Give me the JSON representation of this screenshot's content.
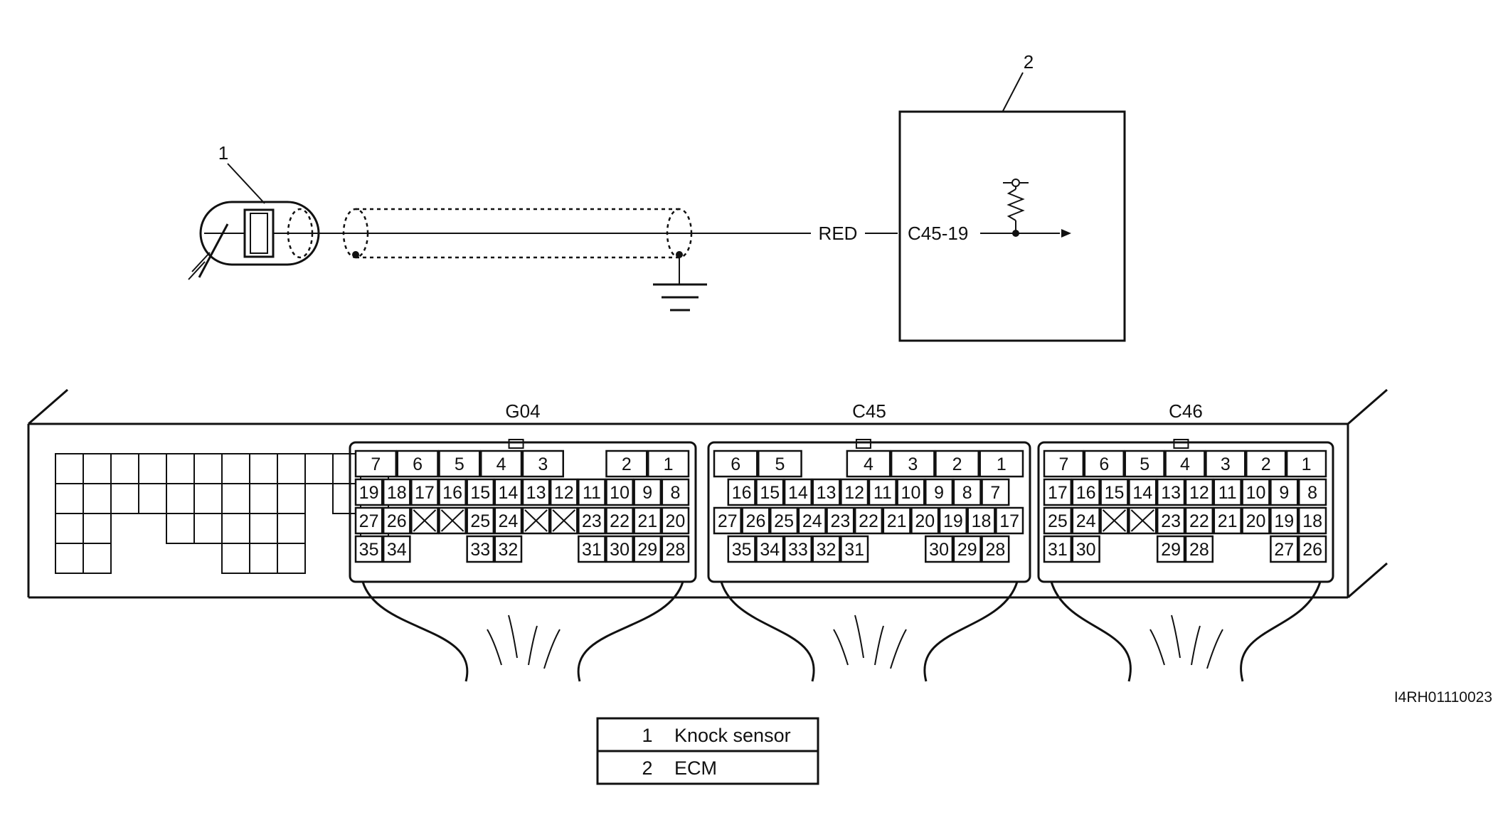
{
  "callouts": {
    "sensor": "1",
    "ecm": "2"
  },
  "wire": {
    "color_label": "RED",
    "terminal_label": "C45-19"
  },
  "connectors": [
    {
      "name": "G04",
      "rows": [
        [
          "7",
          "6",
          "5",
          "4",
          "3",
          "",
          "2",
          "1"
        ],
        [
          "19",
          "18",
          "17",
          "16",
          "15",
          "14",
          "13",
          "12",
          "11",
          "10",
          "9",
          "8"
        ],
        [
          "27",
          "26",
          "X",
          "X",
          "25",
          "24",
          "X",
          "X",
          "23",
          "22",
          "21",
          "20"
        ],
        [
          "35",
          "34",
          "",
          "",
          "33",
          "32",
          "",
          "",
          "31",
          "30",
          "29",
          "28"
        ]
      ]
    },
    {
      "name": "C45",
      "rows": [
        [
          "6",
          "5",
          "",
          "4",
          "3",
          "2",
          "1"
        ],
        [
          "16",
          "15",
          "14",
          "13",
          "12",
          "11",
          "10",
          "9",
          "8",
          "7"
        ],
        [
          "27",
          "26",
          "25",
          "24",
          "23",
          "22",
          "21",
          "20",
          "19",
          "18",
          "17"
        ],
        [
          "35",
          "34",
          "33",
          "32",
          "31",
          "",
          "",
          "30",
          "29",
          "28"
        ]
      ]
    },
    {
      "name": "C46",
      "rows": [
        [
          "7",
          "6",
          "5",
          "4",
          "3",
          "2",
          "1"
        ],
        [
          "17",
          "16",
          "15",
          "14",
          "13",
          "12",
          "11",
          "10",
          "9",
          "8"
        ],
        [
          "25",
          "24",
          "X",
          "X",
          "23",
          "22",
          "21",
          "20",
          "19",
          "18"
        ],
        [
          "31",
          "30",
          "",
          "",
          "29",
          "28",
          "",
          "",
          "27",
          "26"
        ]
      ]
    }
  ],
  "figure_code": "I4RH01110023",
  "legend": [
    {
      "num": "1",
      "label": "Knock sensor"
    },
    {
      "num": "2",
      "label": "ECM"
    }
  ]
}
